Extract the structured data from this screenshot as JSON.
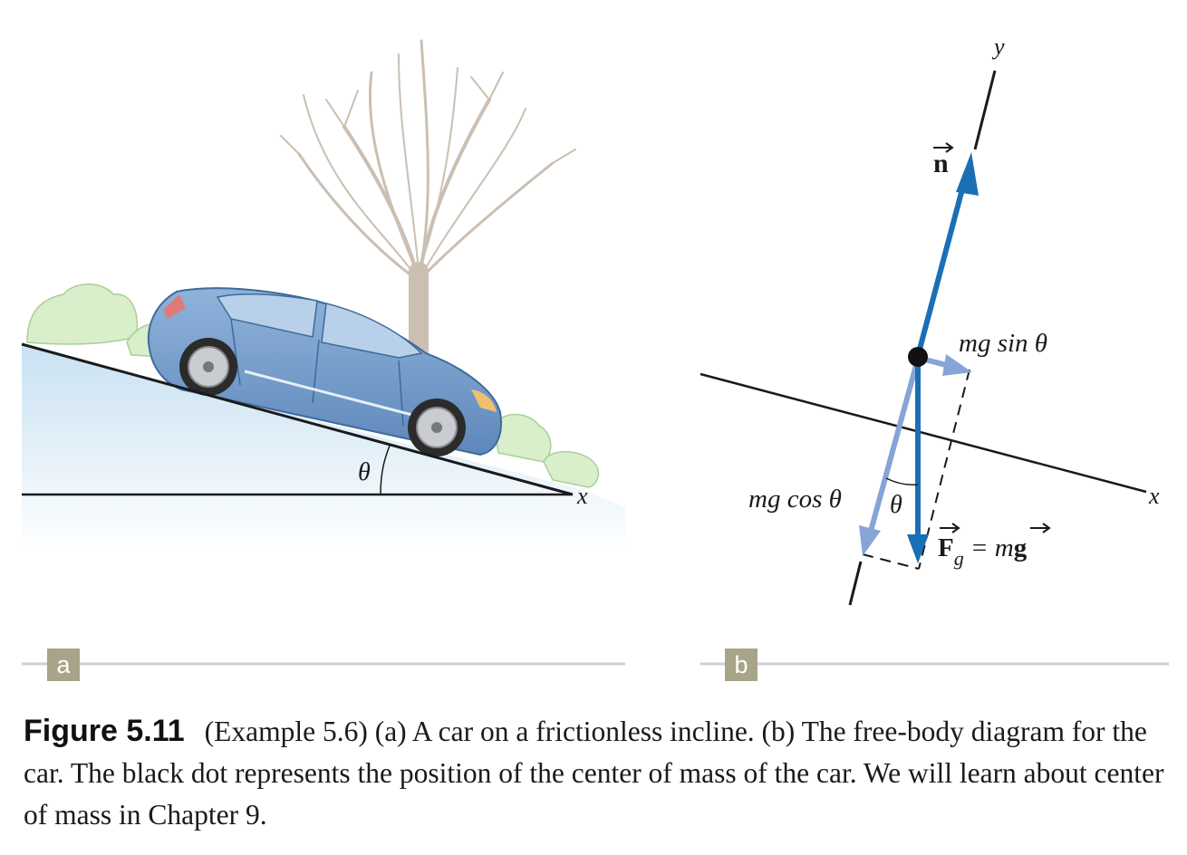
{
  "panel_a": {
    "label": "a",
    "angle_label": "θ",
    "axis_label": "x"
  },
  "panel_b": {
    "label": "b",
    "x_axis_label": "x",
    "y_axis_label": "y",
    "normal_force_label": "n",
    "mg_sin_label": "mg sin θ",
    "mg_cos_label": "mg cos θ",
    "angle_label": "θ",
    "gravity_label_F": "F",
    "gravity_label_sub": "g",
    "gravity_label_eq": " = m",
    "gravity_label_g": "g"
  },
  "caption": {
    "figure_label": "Figure 5.11",
    "text": "(Example 5.6) (a) A car on a frictionless incline. (b) The free-body diagram for the car. The black dot represents the position of the center of mass of the car. We will learn about center of mass in Chapter 9."
  },
  "colors": {
    "force_dark": "#1a6fb5",
    "force_light": "#86a4d6",
    "car_body": "#6e98c8",
    "ground": "#cfe4f3",
    "bush": "#d6ecc8",
    "tree": "#cfc6bd",
    "panel_tab": "#a8a48a"
  }
}
